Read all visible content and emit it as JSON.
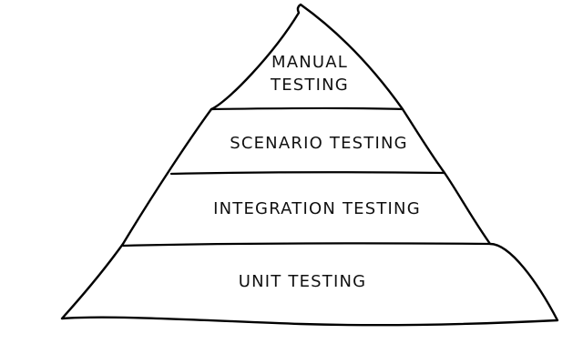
{
  "pyramid": {
    "levels": [
      {
        "lines": [
          "MANUAL",
          "TESTING"
        ]
      },
      {
        "lines": [
          "SCENARIO TESTING"
        ]
      },
      {
        "lines": [
          "INTEGRATION TESTING"
        ]
      },
      {
        "lines": [
          "UNIT TESTING"
        ]
      }
    ]
  }
}
